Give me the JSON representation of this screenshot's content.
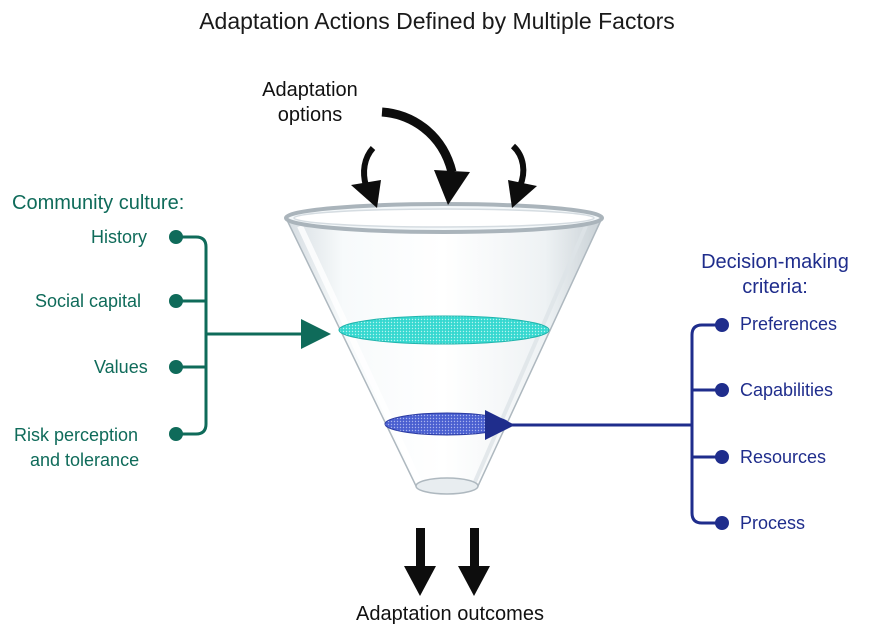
{
  "title": "Adaptation Actions Defined by Multiple Factors",
  "inputs": {
    "label_line1": "Adaptation",
    "label_line2": "options"
  },
  "outputs": {
    "label": "Adaptation outcomes"
  },
  "community_culture": {
    "heading": "Community culture:",
    "color": "#0f6b5a",
    "items": [
      "History",
      "Social capital",
      "Values",
      "Risk perception",
      "and tolerance"
    ]
  },
  "decision_making": {
    "heading_line1": "Decision-making",
    "heading_line2": "criteria:",
    "color": "#1f2d8c",
    "items": [
      "Preferences",
      "Capabilities",
      "Resources",
      "Process"
    ]
  },
  "funnel": {
    "upper_layer_color": "#35d8d0",
    "lower_layer_color": "#4a5fd0"
  }
}
